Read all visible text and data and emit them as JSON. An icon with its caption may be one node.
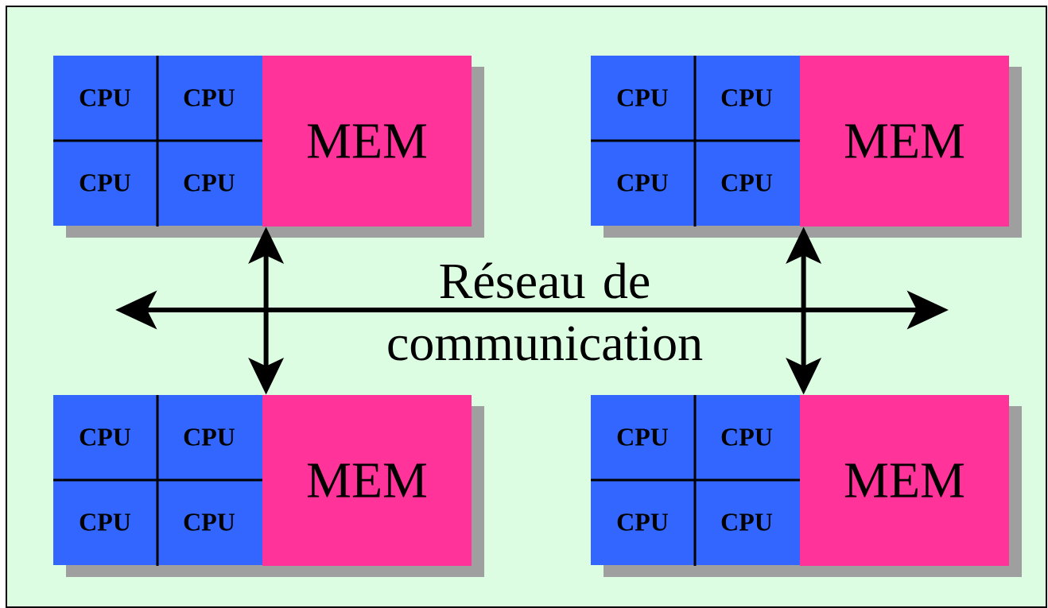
{
  "diagram": {
    "nodes": [
      {
        "text": [],
        "shape": "box"
      },
      {
        "text": [
          "CPU"
        ],
        "in": 0
      },
      {
        "text": [
          "CPU"
        ],
        "in": 0
      },
      {
        "text": [
          "CPU"
        ],
        "in": 0
      },
      {
        "text": [
          "CPU"
        ],
        "in": 0
      },
      {
        "text": [
          "MEM"
        ],
        "in": 0
      },
      {
        "text": [],
        "shape": "box"
      },
      {
        "text": [
          "CPU"
        ],
        "in": 6
      },
      {
        "text": [
          "CPU"
        ],
        "in": 6
      },
      {
        "text": [
          "CPU"
        ],
        "in": 6
      },
      {
        "text": [
          "CPU"
        ],
        "in": 6
      },
      {
        "text": [
          "MEM"
        ],
        "in": 6
      },
      {
        "text": [
          "Réseau de communication"
        ]
      },
      {
        "text": [],
        "shape": "box"
      },
      {
        "text": [
          "CPU"
        ],
        "in": 13
      },
      {
        "text": [
          "CPU"
        ],
        "in": 13
      },
      {
        "text": [
          "CPU"
        ],
        "in": 13
      },
      {
        "text": [
          "CPU"
        ],
        "in": 13
      },
      {
        "text": [
          "MEM"
        ],
        "in": 13
      },
      {
        "text": [],
        "shape": "box"
      },
      {
        "text": [
          "CPU"
        ],
        "in": 19
      },
      {
        "text": [
          "CPU"
        ],
        "in": 19
      },
      {
        "text": [
          "CPU"
        ],
        "in": 19
      },
      {
        "text": [
          "CPU"
        ],
        "in": 19
      },
      {
        "text": [
          "MEM"
        ],
        "in": 19
      }
    ],
    "edges": [
      {
        "from": 5,
        "to": 18,
        "arrow": "both"
      },
      {
        "from": 11,
        "to": 24,
        "arrow": "both"
      }
    ]
  }
}
